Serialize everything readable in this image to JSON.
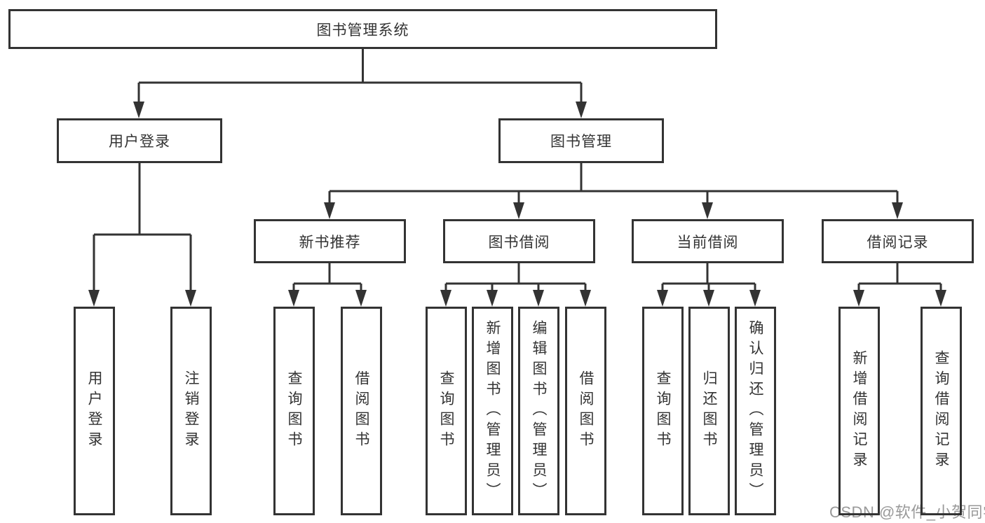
{
  "diagram": {
    "title": "图书管理系统",
    "branches": [
      {
        "label": "用户登录",
        "children": [
          {
            "label": "用户登录"
          },
          {
            "label": "注销登录"
          }
        ]
      },
      {
        "label": "图书管理",
        "children": [
          {
            "label": "新书推荐",
            "children": [
              {
                "label": "查询图书"
              },
              {
                "label": "借阅图书"
              }
            ]
          },
          {
            "label": "图书借阅",
            "children": [
              {
                "label": "查询图书"
              },
              {
                "label": "新增图书（管理员）"
              },
              {
                "label": "编辑图书（管理员）"
              },
              {
                "label": "借阅图书"
              }
            ]
          },
          {
            "label": "当前借阅",
            "children": [
              {
                "label": "查询图书"
              },
              {
                "label": "归还图书"
              },
              {
                "label": "确认归还（管理员）"
              }
            ]
          },
          {
            "label": "借阅记录",
            "children": [
              {
                "label": "新增借阅记录"
              },
              {
                "label": "查询借阅记录"
              }
            ]
          }
        ]
      }
    ]
  },
  "watermark": {
    "text": "CSDN @软件_小贺同学"
  },
  "colors": {
    "line": "#333333",
    "text": "#333333",
    "watermark": "#999999",
    "background": "#ffffff"
  }
}
